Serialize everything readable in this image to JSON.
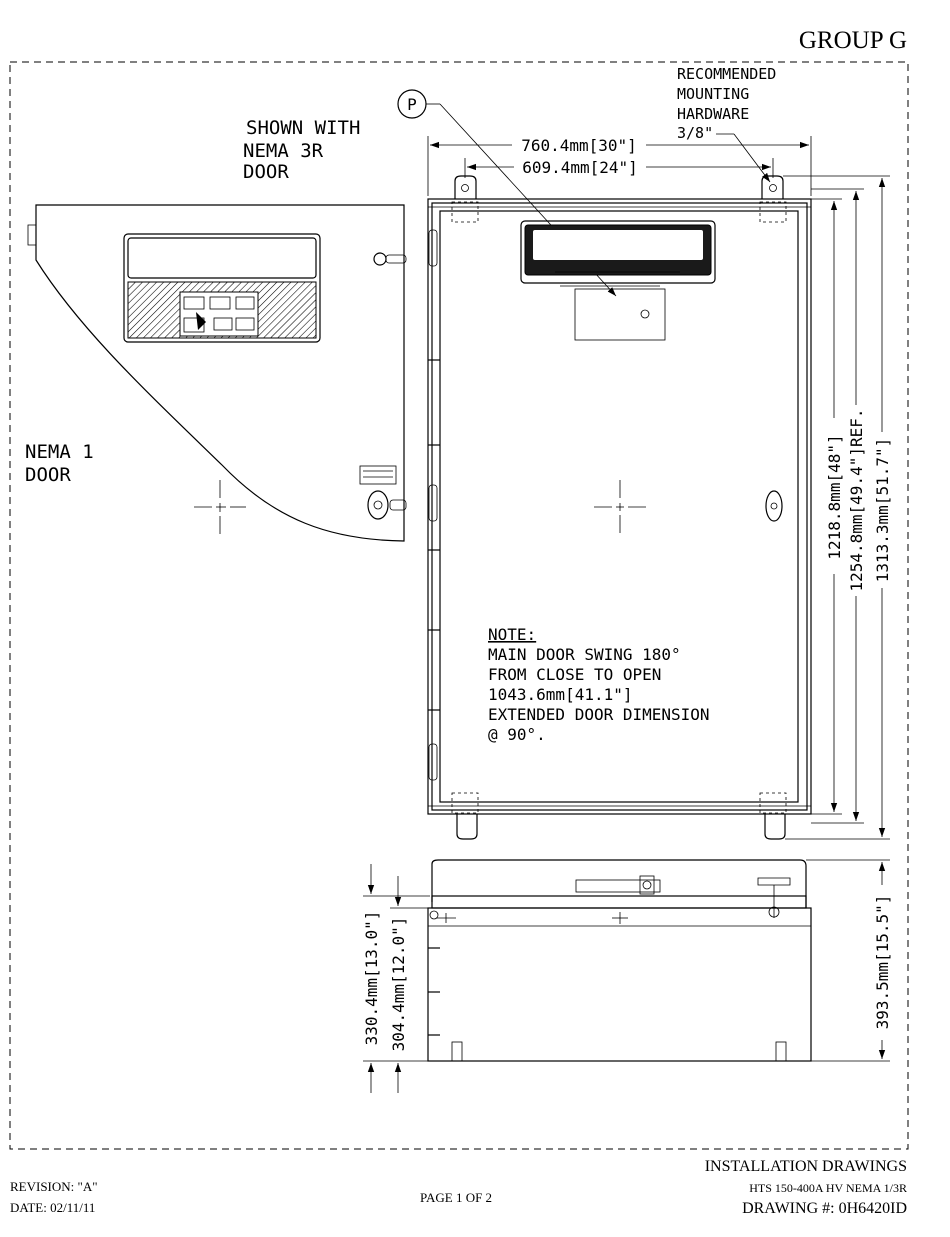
{
  "header": {
    "group": "GROUP G"
  },
  "callouts": {
    "hardware": [
      "RECOMMENDED",
      "MOUNTING",
      "HARDWARE",
      "3/8\""
    ],
    "balloon": "P",
    "shown_with": [
      "SHOWN WITH",
      "NEMA 3R",
      "DOOR"
    ],
    "nema1_door": [
      "NEMA 1",
      "DOOR"
    ]
  },
  "dimensions": {
    "width_overall": "760.4mm[30\"]",
    "width_mount": "609.4mm[24\"]",
    "height_1": "1218.8mm[48\"]",
    "height_2": "1254.8mm[49.4\"]REF.",
    "height_3": "1313.3mm[51.7\"]",
    "depth_1": "330.4mm[13.0\"]",
    "depth_2": "304.4mm[12.0\"]",
    "depth_3": "393.5mm[15.5\"]"
  },
  "note": {
    "title": "NOTE:",
    "lines": [
      "MAIN DOOR SWING 180°",
      "FROM CLOSE TO OPEN",
      "1043.6mm[41.1\"]",
      "EXTENDED DOOR DIMENSION",
      "@ 90°."
    ]
  },
  "footer": {
    "revision": "REVISION: \"A\"",
    "date": "DATE: 02/11/11",
    "page": "PAGE 1 OF 2",
    "title": "INSTALLATION DRAWINGS",
    "subtitle": "HTS 150-400A HV NEMA 1/3R",
    "drawing_number": "DRAWING #: 0H6420ID"
  }
}
